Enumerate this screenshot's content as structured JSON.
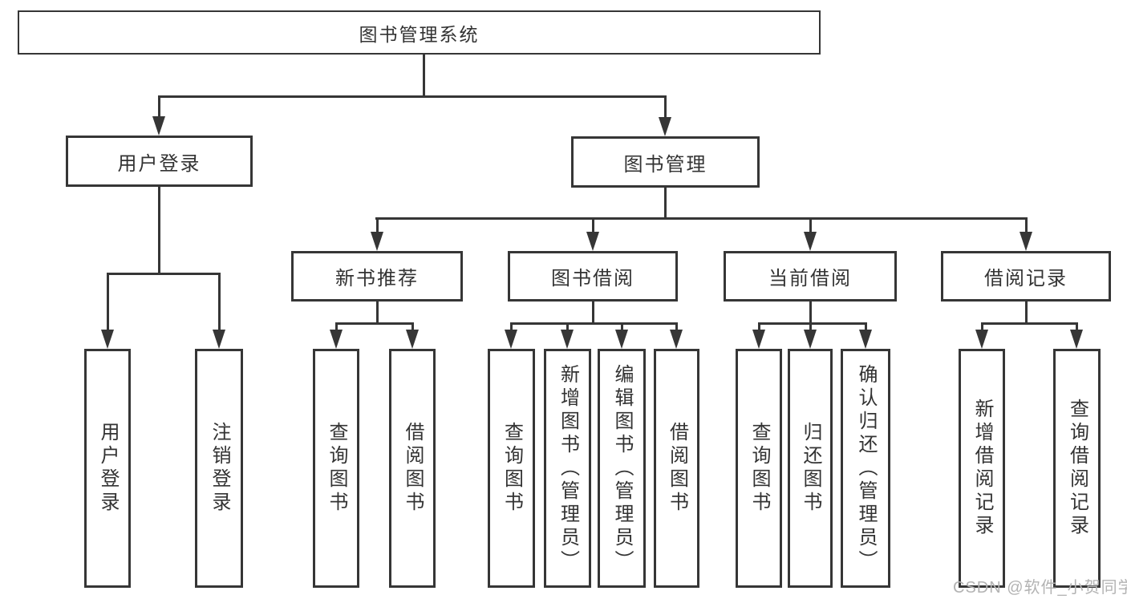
{
  "tree": {
    "root": {
      "label": "图书管理系统"
    },
    "branches": [
      {
        "label": "用户登录",
        "leaves": [
          {
            "label": "用户登录"
          },
          {
            "label": "注销登录"
          }
        ]
      },
      {
        "label": "图书管理",
        "sections": [
          {
            "label": "新书推荐",
            "leaves": [
              {
                "label": "查询图书"
              },
              {
                "label": "借阅图书"
              }
            ]
          },
          {
            "label": "图书借阅",
            "leaves": [
              {
                "label": "查询图书"
              },
              {
                "label": "新增图书（管理员）"
              },
              {
                "label": "编辑图书（管理员）"
              },
              {
                "label": "借阅图书"
              }
            ]
          },
          {
            "label": "当前借阅",
            "leaves": [
              {
                "label": "查询图书"
              },
              {
                "label": "归还图书"
              },
              {
                "label": "确认归还（管理员）"
              }
            ]
          },
          {
            "label": "借阅记录",
            "leaves": [
              {
                "label": "新增借阅记录"
              },
              {
                "label": "查询借阅记录"
              }
            ]
          }
        ]
      }
    ]
  },
  "watermark": {
    "text": "CSDN @软件_小贺同学"
  },
  "colors": {
    "line": "#363636",
    "text": "#333333",
    "background": "#ffffff",
    "watermark": "#b3b3b3"
  }
}
